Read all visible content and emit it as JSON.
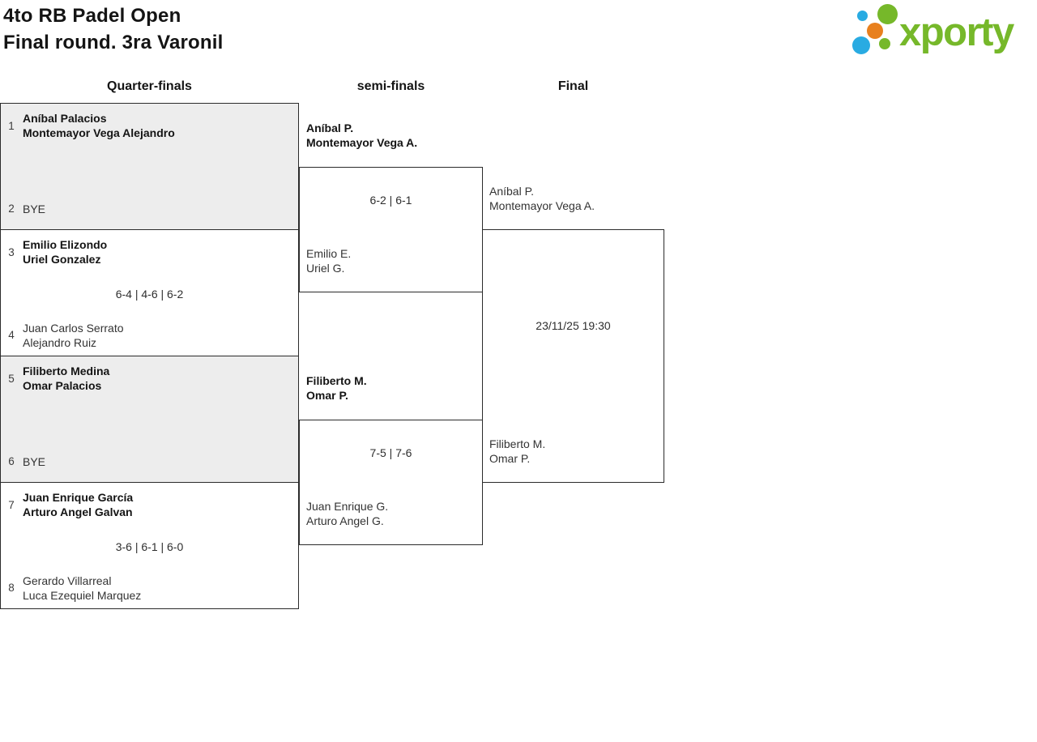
{
  "title": {
    "line1": "4to RB Padel Open",
    "line2": "Final round. 3ra Varonil"
  },
  "logo": {
    "name": "xporty",
    "green": "#76b82a",
    "blue": "#29abe2",
    "orange": "#e8801e"
  },
  "round_headers": {
    "quarterfinals": "Quarter-finals",
    "semifinals": "semi-finals",
    "final": "Final"
  },
  "quarterfinals": [
    {
      "seed1": "1",
      "team1_line1": "Aníbal Palacios",
      "team1_line2": "Montemayor Vega Alejandro",
      "seed2": "2",
      "team2_line1": "BYE",
      "team2_line2": ""
    },
    {
      "seed1": "3",
      "team1_line1": "Emilio Elizondo",
      "team1_line2": "Uriel Gonzalez",
      "score": "6-4 | 4-6 | 6-2",
      "seed2": "4",
      "team2_line1": "Juan Carlos Serrato",
      "team2_line2": "Alejandro Ruiz"
    },
    {
      "seed1": "5",
      "team1_line1": "Filiberto Medina",
      "team1_line2": "Omar Palacios",
      "seed2": "6",
      "team2_line1": "BYE",
      "team2_line2": ""
    },
    {
      "seed1": "7",
      "team1_line1": "Juan Enrique García",
      "team1_line2": "Arturo Angel Galvan",
      "score": "3-6 | 6-1 | 6-0",
      "seed2": "8",
      "team2_line1": "Gerardo Villarreal",
      "team2_line2": "Luca Ezequiel Marquez"
    }
  ],
  "semifinals": [
    {
      "team1_line1": "Aníbal P.",
      "team1_line2": "Montemayor Vega A.",
      "score": "6-2 | 6-1",
      "team2_line1": "Emilio E.",
      "team2_line2": "Uriel G."
    },
    {
      "team1_line1": "Filiberto M.",
      "team1_line2": "Omar P.",
      "score": "7-5 | 7-6",
      "team2_line1": "Juan Enrique G.",
      "team2_line2": "Arturo Angel G."
    }
  ],
  "final": {
    "team1_line1": "Aníbal P.",
    "team1_line2": "Montemayor Vega A.",
    "schedule": "23/11/25 19:30",
    "team2_line1": "Filiberto M.",
    "team2_line2": "Omar P."
  }
}
